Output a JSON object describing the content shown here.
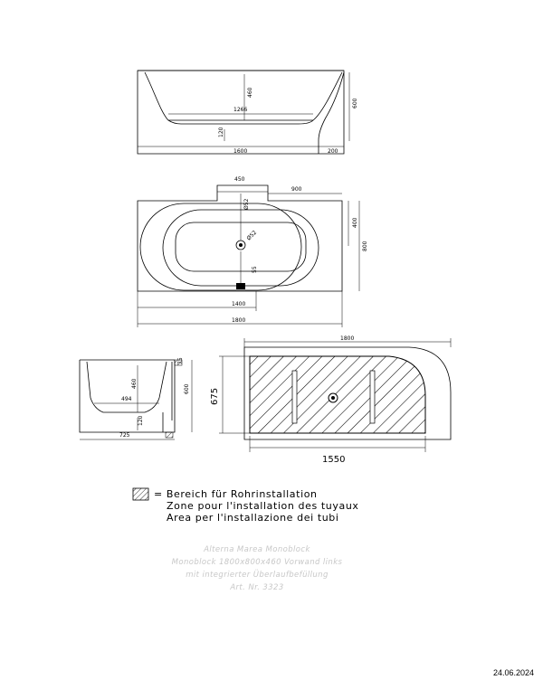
{
  "side_view": {
    "dims": {
      "height_inner": "460",
      "height_total": "600",
      "inner_length": "1266",
      "drain": "120",
      "length": "1600",
      "overhang": "200"
    }
  },
  "top_view": {
    "dims": {
      "offset": "450",
      "width_part": "900",
      "drain_dia": "Ø52",
      "overflow": "Ø52",
      "depth_part": "400",
      "depth": "800",
      "inner_length": "1400",
      "length": "1800",
      "drain_to_edge": "55"
    }
  },
  "end_view": {
    "dims": {
      "height_inner": "460",
      "height_total": "600",
      "inner_width": "494",
      "drain": "120",
      "width": "725",
      "corner": "75"
    }
  },
  "install_view": {
    "dims": {
      "length": "1800",
      "depth": "675",
      "inst_length": "1550"
    }
  },
  "legend": {
    "line_de": "= Bereich für Rohrinstallation",
    "line_fr": "Zone pour l'installation des tuyaux",
    "line_it": "Area per l'installazione dei tubi"
  },
  "product": {
    "name": "Alterna Marea Monoblock",
    "desc": "Monoblock 1800x800x460 Vorwand links",
    "feature": "mit integrierter Überlaufbefüllung",
    "art": "Art. Nr. 3323"
  },
  "date": "24.06.2024"
}
